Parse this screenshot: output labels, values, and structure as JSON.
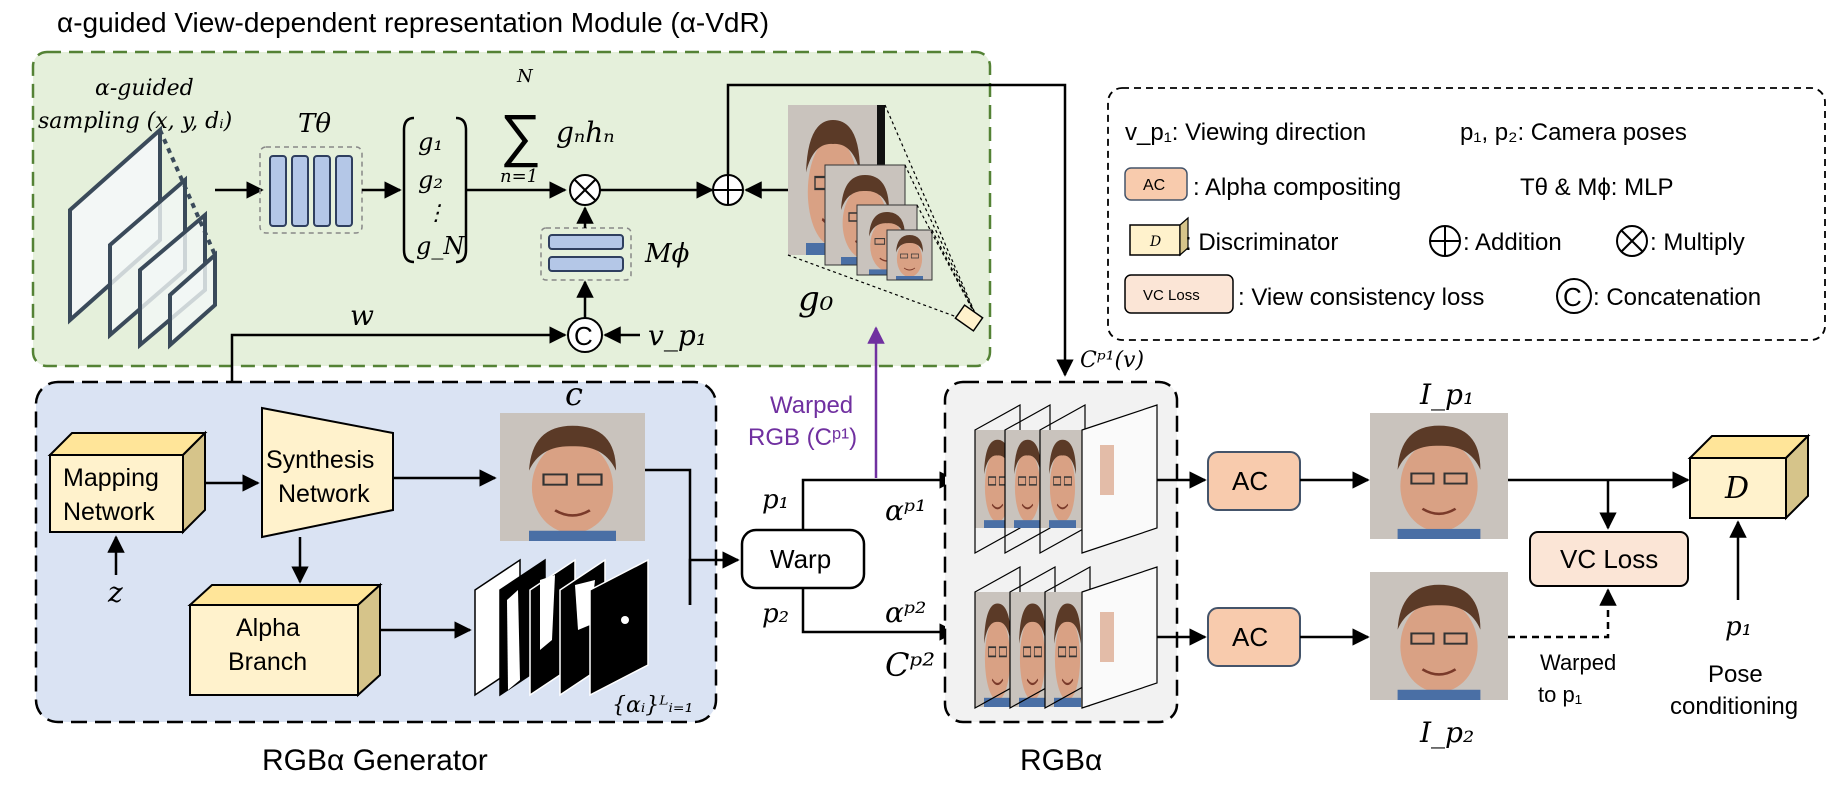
{
  "module": {
    "title": "α-guided View-dependent representation Module (α-VdR)",
    "sampling_label_1": "α-guided",
    "sampling_label_2": "sampling (x, y, dᵢ)",
    "T_theta": "Tθ",
    "g_vector": [
      "g₁",
      "g₂",
      "⋮",
      "g_N"
    ],
    "sum_top": "N",
    "sum_bottom": "n=1",
    "sum_term": "gₙhₙ",
    "M_phi": "Mϕ",
    "w": "w",
    "v_p1": "v_p₁",
    "g0": "g₀"
  },
  "legend": {
    "viewing_direction": "v_p₁: Viewing direction",
    "camera_poses": "p₁, p₂: Camera poses",
    "ac_chip": "AC",
    "alpha_compositing": ": Alpha compositing",
    "mlp": "Tθ & Mϕ: MLP",
    "d_chip": "D",
    "discriminator": ": Discriminator",
    "addition": ": Addition",
    "multiply": ": Multiply",
    "vc_chip": "VC Loss",
    "vc_loss": ": View consistency loss",
    "concat_symbol": "C",
    "concatenation": ": Concatenation"
  },
  "generator": {
    "title": "RGBα Generator",
    "mapping_1": "Mapping",
    "mapping_2": "Network",
    "synthesis_1": "Synthesis",
    "synthesis_2": "Network",
    "alpha_1": "Alpha",
    "alpha_2": "Branch",
    "z": "z",
    "c": "c",
    "alphas": "{αᵢ}ᴸᵢ₌₁"
  },
  "warp": {
    "label": "Warp",
    "warped_rgb_1": "Warped",
    "warped_rgb_2": "RGB (Cᵖ¹)",
    "p1": "p₁",
    "p2": "p₂",
    "alpha_p1": "αᵖ¹",
    "alpha_p2": "αᵖ²",
    "c_p2": "Cᵖ²",
    "c_p1_v": "Cᵖ¹(v)"
  },
  "rgba": {
    "title": "RGBα"
  },
  "right": {
    "ac_top": "AC",
    "ac_bottom": "AC",
    "I_p1": "I_p₁",
    "I_p2": "I_p₂",
    "D": "D",
    "vc_loss": "VC Loss",
    "warped_to_1": "Warped",
    "warped_to_2": "to p₁",
    "p1": "p₁",
    "pose_1": "Pose",
    "pose_2": "conditioning"
  },
  "colors": {
    "module_fill": "#e5f0db",
    "module_border": "#548235",
    "generator_fill": "#dae3f3",
    "rgba_fill": "#f2f2f2",
    "box_fill": "#fff2cc",
    "ac_fill": "#f8cbad",
    "vc_fill": "#fbe5d6",
    "mlp_fill": "#b4c7e7",
    "purple": "#7030a0"
  }
}
